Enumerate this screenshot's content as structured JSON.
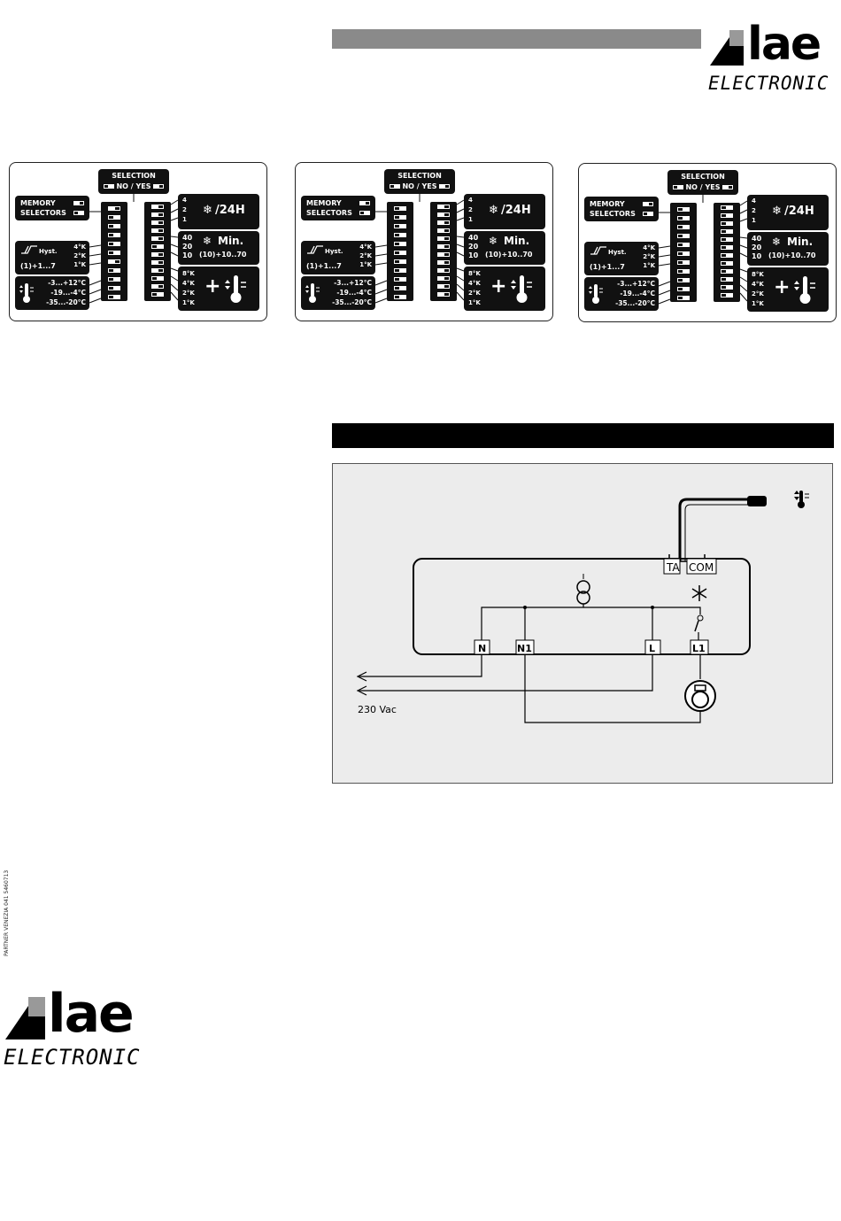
{
  "brand": {
    "name": "lae",
    "subtitle": "ELECTRONIC"
  },
  "panels": [
    {
      "selection_title": "SELECTION",
      "selection_sub": "NO / YES",
      "memory_line1": "MEMORY",
      "memory_line2": "SELECTORS",
      "hyst_label": "Hyst.",
      "hyst_values": [
        "4°K",
        "2°K",
        "1°K"
      ],
      "hyst_range": "(1)+1...7",
      "temp_ranges": [
        "-3...+12°C",
        "-19...-4°C",
        "-35...-20°C"
      ],
      "defrost_values": [
        "4",
        "2",
        "1"
      ],
      "defrost_label": "/24H",
      "min_values": [
        "40",
        "20",
        "10"
      ],
      "min_label": "Min.",
      "min_range": "(10)+10..70",
      "plus_values": [
        "8°K",
        "4°K",
        "2°K",
        "1°K"
      ],
      "plus_sign": "+",
      "dip_left": [
        "r",
        "l",
        "l",
        "l",
        "l",
        "l",
        "r",
        "l",
        "l",
        "l",
        "l"
      ],
      "dip_right": [
        "r",
        "r",
        "r",
        "r",
        "r",
        "l",
        "r",
        "r",
        "r",
        "l",
        "r",
        "l"
      ]
    },
    {
      "selection_title": "SELECTION",
      "selection_sub": "NO / YES",
      "memory_line1": "MEMORY",
      "memory_line2": "SELECTORS",
      "hyst_label": "Hyst.",
      "hyst_values": [
        "4°K",
        "2°K",
        "1°K"
      ],
      "hyst_range": "(1)+1...7",
      "temp_ranges": [
        "-3...+12°C",
        "-19...-4°C",
        "-35...-20°C"
      ],
      "defrost_values": [
        "4",
        "2",
        "1"
      ],
      "defrost_label": "/24H",
      "min_values": [
        "40",
        "20",
        "10"
      ],
      "min_label": "Min.",
      "min_range": "(10)+10..70",
      "plus_values": [
        "8°K",
        "4°K",
        "2°K",
        "1°K"
      ],
      "plus_sign": "+",
      "dip_left": [
        "l",
        "l",
        "l",
        "l",
        "l",
        "l",
        "l",
        "l",
        "l",
        "l",
        "l"
      ],
      "dip_right": [
        "r",
        "r",
        "r",
        "r",
        "r",
        "r",
        "r",
        "r",
        "r",
        "r",
        "r",
        "r"
      ]
    },
    {
      "selection_title": "SELECTION",
      "selection_sub": "NO / YES",
      "memory_line1": "MEMORY",
      "memory_line2": "SELECTORS",
      "hyst_label": "Hyst.",
      "hyst_values": [
        "4°K",
        "2°K",
        "1°K"
      ],
      "hyst_range": "(1)+1...7",
      "temp_ranges": [
        "-3...+12°C",
        "-19...-4°C",
        "-35...-20°C"
      ],
      "defrost_values": [
        "4",
        "2",
        "1"
      ],
      "defrost_label": "/24H",
      "min_values": [
        "40",
        "20",
        "10"
      ],
      "min_label": "Min.",
      "min_range": "(10)+10..70",
      "plus_values": [
        "8°K",
        "4°K",
        "2°K",
        "1°K"
      ],
      "plus_sign": "+",
      "dip_left": [
        "l",
        "l",
        "l",
        "l",
        "l",
        "l",
        "l",
        "l",
        "l",
        "l",
        "l"
      ],
      "dip_right": [
        "l",
        "l",
        "l",
        "l",
        "l",
        "l",
        "l",
        "l",
        "l",
        "l",
        "l",
        "l"
      ]
    }
  ],
  "wiring": {
    "terminals": [
      "N",
      "N1",
      "L",
      "L1"
    ],
    "probe_terminals": [
      "TA",
      "COM"
    ],
    "supply_label": "230 Vac"
  },
  "side_text": "PARTNER VENEZIA 041 5460713"
}
